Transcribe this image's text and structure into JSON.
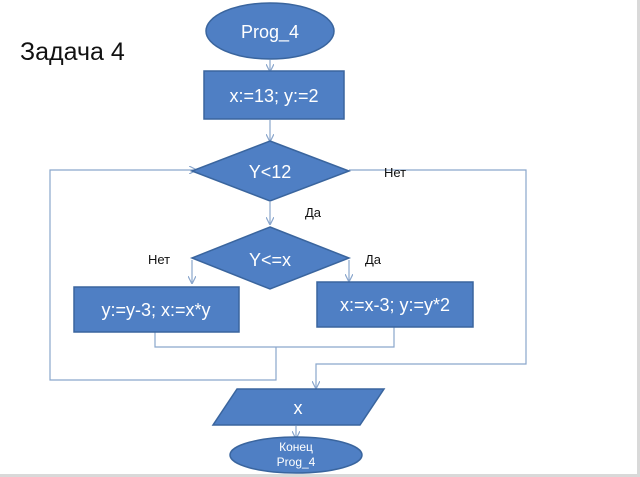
{
  "slide": {
    "title": "Задача 4"
  },
  "colors": {
    "shape_fill": "#4f7fc4",
    "shape_stroke": "#3a659e",
    "shape_text": "#ffffff",
    "connector": "#8aa6cc",
    "label_text": "#111111"
  },
  "flowchart": {
    "start": {
      "label": "Prog_4"
    },
    "init": {
      "label": "x:=13; y:=2"
    },
    "loop_condition": {
      "label": "Y<12",
      "yes_label": "Да",
      "no_label": "Нет"
    },
    "inner_condition": {
      "label": "Y<=x",
      "yes_label": "Да",
      "no_label": "Нет"
    },
    "action_no": {
      "label": "y:=y-3; x:=x*y"
    },
    "action_yes": {
      "label": "x:=x-3; y:=y*2"
    },
    "output": {
      "label": "x"
    },
    "end": {
      "label_line1": "Конец",
      "label_line2": "Prog_4"
    }
  }
}
